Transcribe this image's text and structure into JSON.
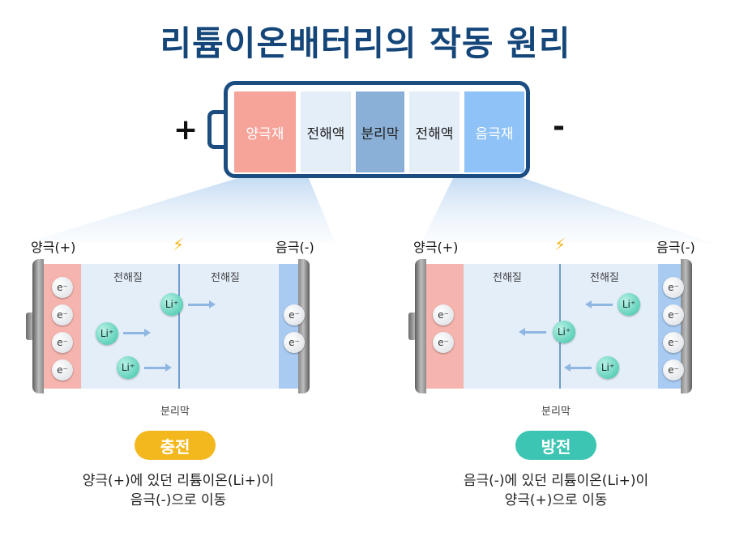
{
  "title": "리튬이온배터리의 작동 원리",
  "top_battery": {
    "plus": "+",
    "minus": "-",
    "segments": [
      "양극재",
      "전해액",
      "분리막",
      "전해액",
      "음극재"
    ]
  },
  "electron_label": "e⁻",
  "ion_label": "Li⁺",
  "charge": {
    "positive_label": "양극(+)",
    "negative_label": "음극(-)",
    "electrolyte_left": "전해질",
    "electrolyte_right": "전해질",
    "separator": "분리막",
    "badge": "충전",
    "desc_line1": "양극(+)에 있던 리튬이온(Li+)이",
    "desc_line2": "음극(-)으로 이동"
  },
  "discharge": {
    "positive_label": "양극(+)",
    "negative_label": "음극(-)",
    "electrolyte_left": "전해질",
    "electrolyte_right": "전해질",
    "separator": "분리막",
    "badge": "방전",
    "desc_line1": "음극(-)에 있던 리튬이온(Li+)이",
    "desc_line2": "양극(+)으로 이동"
  },
  "colors": {
    "title": "#15467a",
    "cathode": "#f6b4ae",
    "anode": "#a9cbf2",
    "separator": "#8bb0d8",
    "electrolyte": "#e4eef9",
    "charge_badge": "#f4b81f",
    "discharge_badge": "#3cc5b2",
    "bolt": "#f3b81a"
  }
}
